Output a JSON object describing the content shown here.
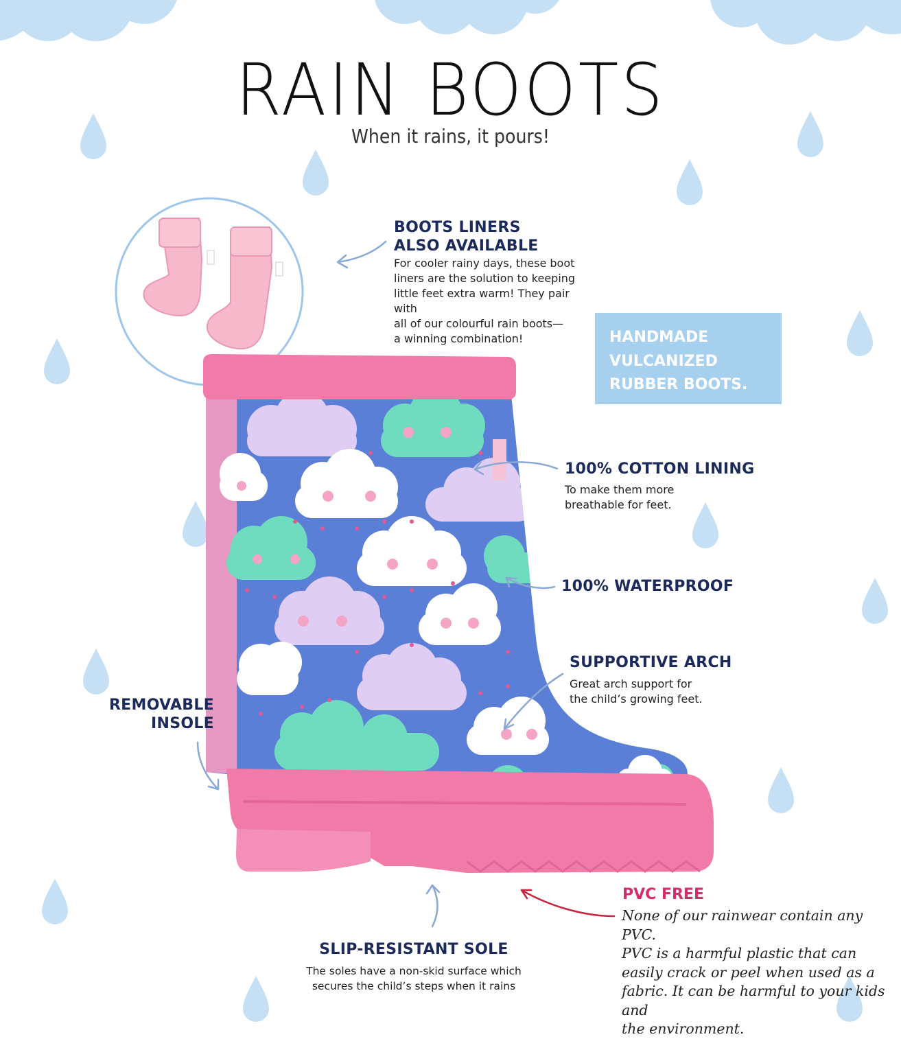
{
  "header": {
    "title": "RAIN BOOTS",
    "subtitle": "When it rains, it pours!"
  },
  "liners": {
    "title_line1": "BOOTS LINERS",
    "title_line2": "ALSO AVAILABLE",
    "desc_lines": [
      "For cooler rainy days, these boot",
      "liners are the solution to keeping",
      "little feet extra warm! They pair with",
      "all of our colourful rain boots—",
      "a winning combination!"
    ]
  },
  "handmade": {
    "lines": [
      "HANDMADE",
      "VULCANIZED",
      "RUBBER BOOTS."
    ]
  },
  "cotton": {
    "title": "100% COTTON LINING",
    "desc_lines": [
      "To make them more",
      "breathable for feet."
    ]
  },
  "waterproof": {
    "title": "100% WATERPROOF"
  },
  "arch": {
    "title": "SUPPORTIVE ARCH",
    "desc_lines": [
      "Great arch support for",
      "the child’s growing feet."
    ]
  },
  "insole": {
    "title_line1": "REMOVABLE",
    "title_line2": "INSOLE"
  },
  "sole": {
    "title": "SLIP-RESISTANT SOLE",
    "desc_lines": [
      "The soles have a non-skid surface which",
      "secures the child’s steps when it rains"
    ]
  },
  "pvc": {
    "title": "PVC FREE",
    "desc_lines": [
      "None of our rainwear contain any PVC.",
      "PVC is a harmful plastic that can",
      "easily crack or peel when used as a",
      "fabric. It can be harmful to your kids and",
      "the environment."
    ]
  },
  "colors": {
    "navy_text": "#1b2a5b",
    "pvc_red": "#d42d6a",
    "sky_blue": "#a6d0ee",
    "boot_pink": "#f07aa8",
    "boot_blue": "#5b7fd6"
  }
}
